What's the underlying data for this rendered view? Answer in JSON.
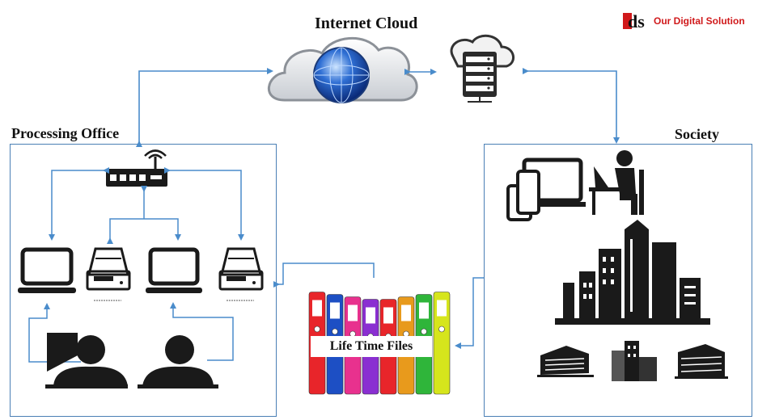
{
  "titles": {
    "internet_cloud": "Internet Cloud",
    "processing_office": "Processing Office",
    "society": "Society"
  },
  "brand": {
    "logo_text": "ds",
    "name": "Our Digital Solution",
    "color": "#d0191b"
  },
  "files": {
    "label": "Life Time Files",
    "binder_colors": [
      "#e8252a",
      "#1d4fc4",
      "#e8318e",
      "#8a2fd1",
      "#e8252a",
      "#e89a1c",
      "#2fb53a",
      "#d6e51c"
    ]
  },
  "colors": {
    "connector": "#4a8ccb",
    "panel_border": "#4a7fb5",
    "icon": "#111111"
  },
  "icons": [
    "globe-icon",
    "cloud-icon",
    "server-icon",
    "router-icon",
    "laptop-icon",
    "scanner-icon",
    "user-icon",
    "devices-icon",
    "desk-user-icon",
    "skyline-icon",
    "building-icon"
  ]
}
